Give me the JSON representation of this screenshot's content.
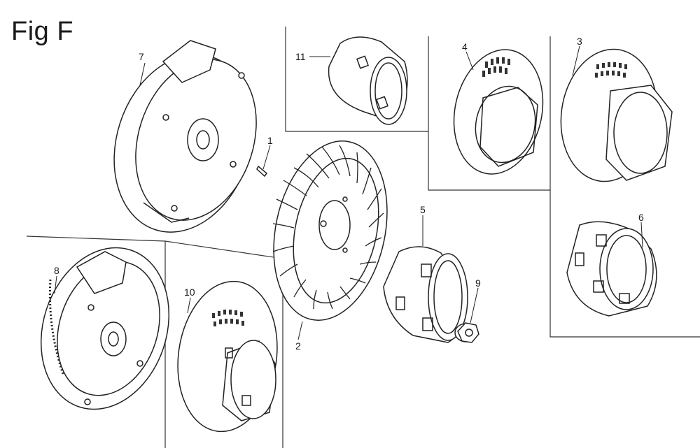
{
  "figure": {
    "title": "Fig F"
  },
  "callouts": [
    {
      "id": "p1",
      "label": "1",
      "part": "key"
    },
    {
      "id": "p2",
      "label": "2",
      "part": "flywheel"
    },
    {
      "id": "p3",
      "label": "3",
      "part": "pulley-cup"
    },
    {
      "id": "p4",
      "label": "4",
      "part": "pulley-cup"
    },
    {
      "id": "p5",
      "label": "5",
      "part": "cooling-fan"
    },
    {
      "id": "p6",
      "label": "6",
      "part": "fan-insert"
    },
    {
      "id": "p7",
      "label": "7",
      "part": "flywheel-ring"
    },
    {
      "id": "p8",
      "label": "8",
      "part": "flywheel-ring-gear"
    },
    {
      "id": "p9",
      "label": "9",
      "part": "nut"
    },
    {
      "id": "p10",
      "label": "10",
      "part": "pulley-cup"
    },
    {
      "id": "p11",
      "label": "11",
      "part": "cup"
    }
  ],
  "colors": {
    "line": "#222222",
    "background": "#ffffff"
  }
}
